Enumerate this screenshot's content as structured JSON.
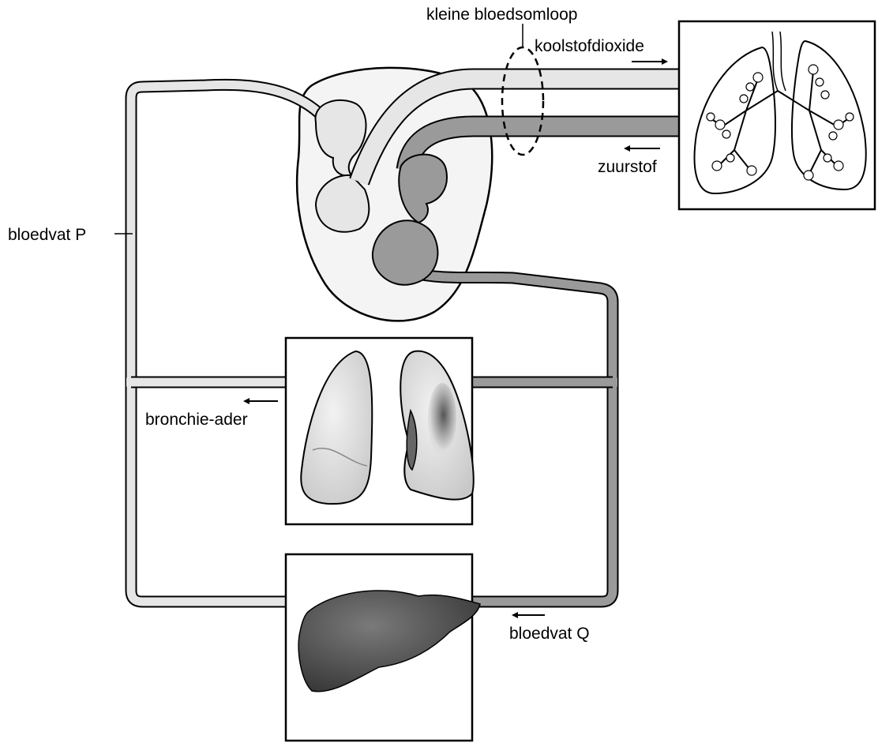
{
  "labels": {
    "small_circulation": "kleine bloedsomloop",
    "carbon_dioxide": "koolstofdioxide",
    "oxygen": "zuurstof",
    "vessel_p": "bloedvat P",
    "bronchial_vein": "bronchie-ader",
    "vessel_q": "bloedvat Q"
  },
  "colors": {
    "deoxygenated_blood": "#e6e6e6",
    "oxygenated_blood": "#9a9a9a",
    "heart_fill": "#f4f4f4",
    "outline": "#000000",
    "liver": "#555555"
  }
}
